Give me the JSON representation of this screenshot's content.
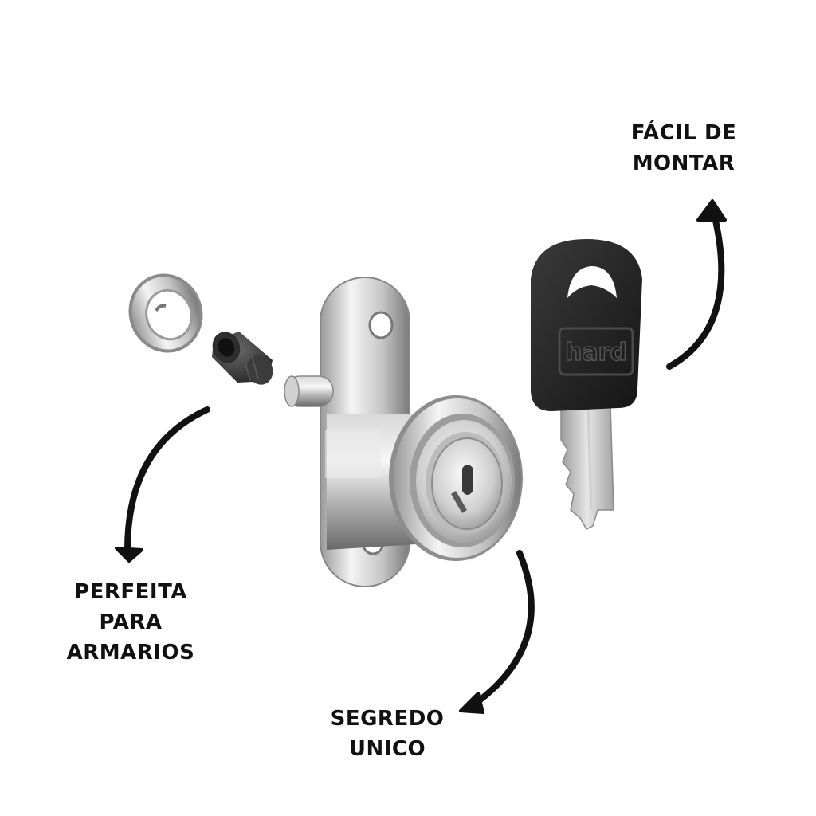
{
  "colors": {
    "background": "#ffffff",
    "text": "#111111",
    "arrow": "#111111",
    "metal_light": "#f2f2f2",
    "metal_mid": "#b9b9b9",
    "metal_dark": "#6e6e6e",
    "key_head": "#2a2a2a"
  },
  "callouts": {
    "easy_mount": {
      "line1": "FÁCIL DE",
      "line2": "MONTAR"
    },
    "cabinets": {
      "line1": "PERFEITA",
      "line2": "PARA",
      "line3": "ARMARIOS"
    },
    "unique_key": {
      "line1": "SEGREDO",
      "line2": "UNICO"
    }
  },
  "product": {
    "key_brand": "hard",
    "parts": [
      "ring-washer",
      "set-screw",
      "lock-body",
      "key"
    ]
  },
  "icons": [
    "curved-arrow-up-icon",
    "curved-arrow-down-icon",
    "curved-arrow-down-left-icon"
  ]
}
